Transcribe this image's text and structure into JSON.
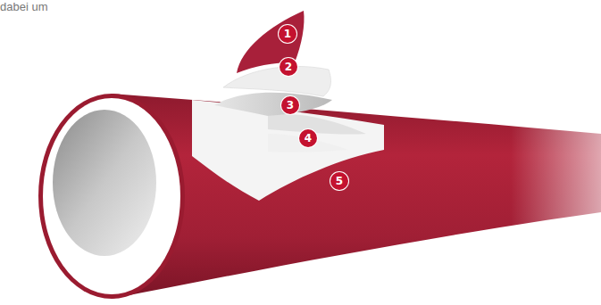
{
  "diagram": {
    "labels": [
      "dabei um",
      "1",
      "2",
      "3",
      "4",
      "5"
    ]
  }
}
